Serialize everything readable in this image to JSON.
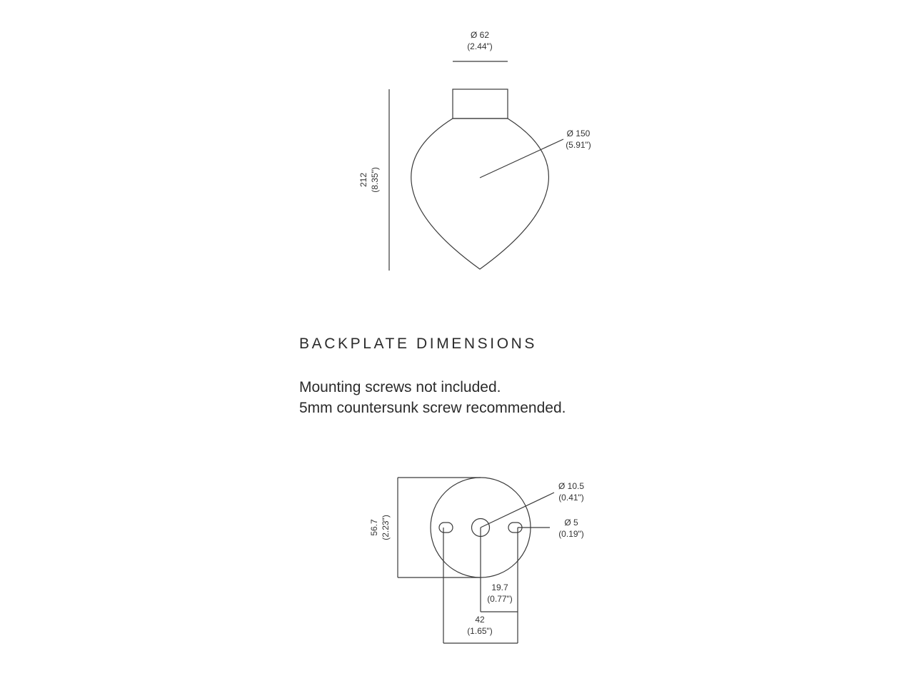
{
  "pendant_drawing": {
    "top_diameter": {
      "mm": "Ø 62",
      "in": "(2.44\")"
    },
    "body_diameter": {
      "mm": "Ø 150",
      "in": "(5.91\")"
    },
    "height": {
      "mm": "212",
      "in": "(8.35\")"
    }
  },
  "backplate": {
    "heading": "BACKPLATE DIMENSIONS",
    "notes": [
      "Mounting screws not included.",
      "5mm countersunk screw recommended."
    ],
    "center_hole": {
      "mm": "Ø 10.5",
      "in": "(0.41\")"
    },
    "slot_hole": {
      "mm": "Ø 5",
      "in": "(0.19\")"
    },
    "plate_height": {
      "mm": "56.7",
      "in": "(2.23\")"
    },
    "center_to_slot": {
      "mm": "19.7",
      "in": "(0.77\")"
    },
    "slot_spacing": {
      "mm": "42",
      "in": "(1.65\")"
    }
  },
  "colors": {
    "line": "#3a3a3a",
    "text": "#2b2b2b"
  }
}
